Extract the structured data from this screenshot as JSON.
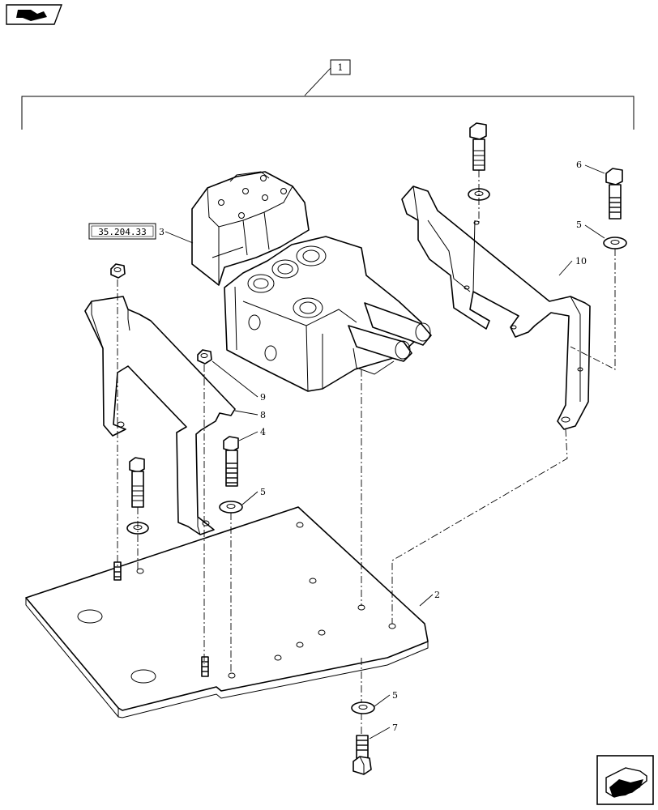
{
  "callouts": {
    "assembly": "1",
    "plate": "2",
    "valve": "3",
    "bolt_left": "4",
    "washer_left": "5",
    "washer_right": "5",
    "washer_bottom": "5",
    "bolt_right": "6",
    "bolt_bottom": "7",
    "bracket_left": "8",
    "nut": "9",
    "bracket_right": "10"
  },
  "reference": "35.204.33",
  "icons": {
    "top_left": "section-arrow-icon",
    "bottom_right": "next-page-arrow-icon"
  }
}
